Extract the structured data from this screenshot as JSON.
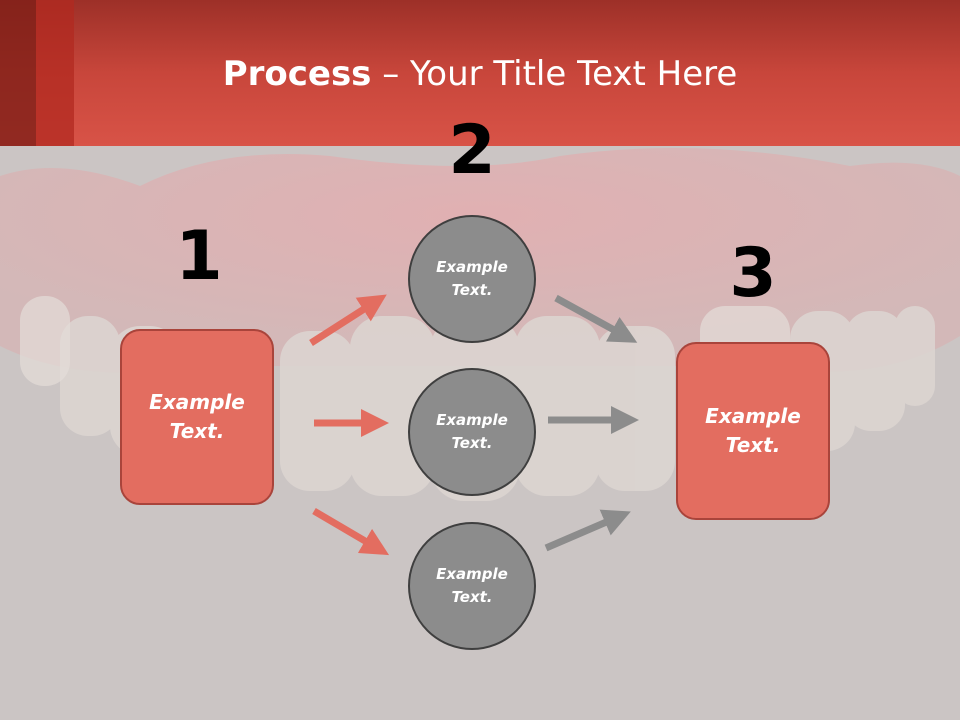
{
  "slide": {
    "title_strong": "Process",
    "title_rest": " – Your Title Text Here"
  },
  "steps": {
    "number_1": "1",
    "number_2": "2",
    "number_3": "3"
  },
  "left_box": {
    "text_line1": "Example",
    "text_line2": "Text."
  },
  "right_box": {
    "text_line1": "Example",
    "text_line2": "Text."
  },
  "circles": [
    {
      "text_line1": "Example",
      "text_line2": "Text."
    },
    {
      "text_line1": "Example",
      "text_line2": "Text."
    },
    {
      "text_line1": "Example",
      "text_line2": "Text."
    }
  ],
  "colors": {
    "header": "#c8463b",
    "box_fill": "#e36d60",
    "circle_fill": "#8c8c8c",
    "arrow_red": "#e36d60",
    "arrow_gray": "#8c8c8c",
    "background": "#cbc5c4"
  }
}
